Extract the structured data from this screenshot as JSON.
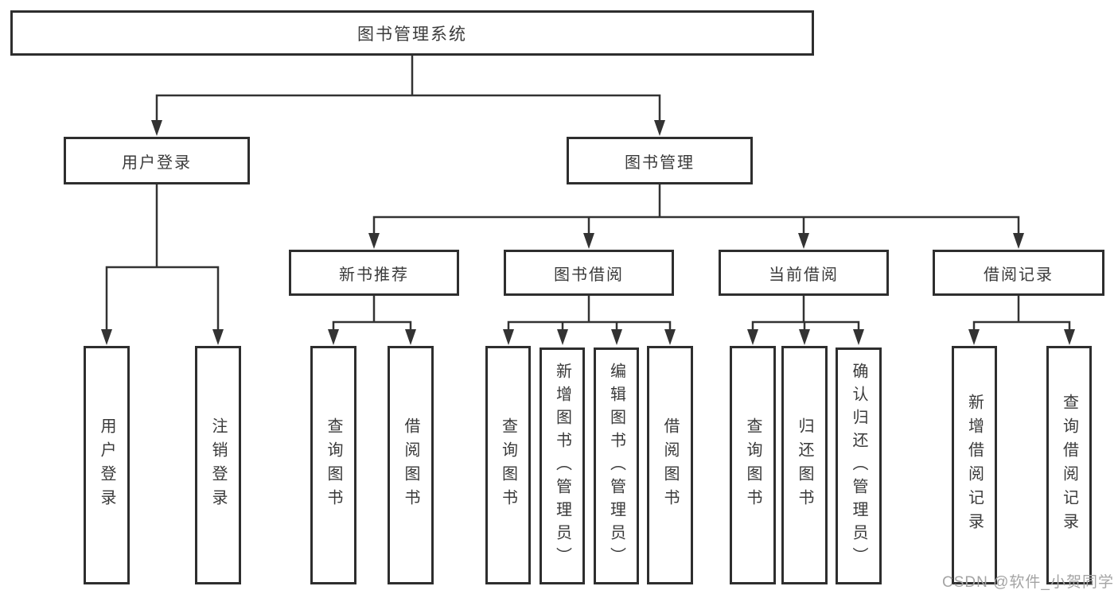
{
  "tree": {
    "root": "图书管理系统",
    "branches": [
      {
        "label": "用户登录",
        "children": [
          "用户登录",
          "注销登录"
        ]
      },
      {
        "label": "图书管理",
        "groups": [
          {
            "label": "新书推荐",
            "children": [
              "查询图书",
              "借阅图书"
            ]
          },
          {
            "label": "图书借阅",
            "children": [
              "查询图书",
              "新增图书（管理员）",
              "编辑图书（管理员）",
              "借阅图书"
            ]
          },
          {
            "label": "当前借阅",
            "children": [
              "查询图书",
              "归还图书",
              "确认归还（管理员）"
            ]
          },
          {
            "label": "借阅记录",
            "children": [
              "新增借阅记录",
              "查询借阅记录"
            ]
          }
        ]
      }
    ]
  },
  "watermark": "CSDN @软件_小贺同学",
  "colors": {
    "line": "#333333",
    "box_border": "#2e2e2e",
    "text": "#3a3a3a",
    "background": "#ffffff",
    "watermark": "#a4a4a4"
  }
}
